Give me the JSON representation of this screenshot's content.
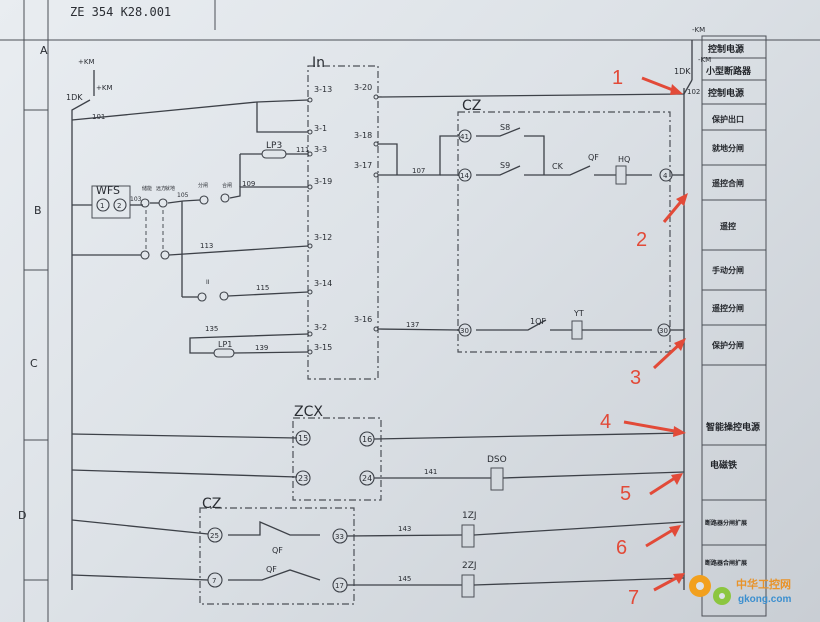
{
  "header": {
    "drawing_no": "ZE 354 K28.001"
  },
  "row_markers": [
    "A",
    "B",
    "C",
    "D"
  ],
  "right_table": [
    "控制电源",
    "小型断路器",
    "控制电源",
    "保护出口",
    "就地分闸",
    "遥控合闸",
    "遥控",
    "手动分闸",
    "遥控分闸",
    "保护分闸",
    "智能操控电源",
    "电磁铁",
    "断路器分闸扩展",
    "断路器合闸扩展"
  ],
  "blocks": {
    "in": "In",
    "cz_top": "CZ",
    "zcx": "ZCX",
    "cz_bottom": "CZ",
    "wfs": "WFS"
  },
  "top_left": {
    "switch": "1DK",
    "plus": "+KM",
    "minus": "+KM",
    "wire": "101"
  },
  "top_right": {
    "switch": "1DK",
    "plus": "-KM",
    "minus": "-KM",
    "wire": "102"
  },
  "in_terminals_left": [
    "3-13",
    "3-1",
    "3-3",
    "3-19",
    "3-12",
    "3-14",
    "3-2",
    "3-15"
  ],
  "in_terminals_right": [
    "3-20",
    "3-18",
    "3-17",
    "3-16"
  ],
  "wires": [
    "111",
    "109",
    "113",
    "115",
    "135",
    "139",
    "107",
    "137",
    "103",
    "105",
    "141",
    "143",
    "145"
  ],
  "components": {
    "lp3": "LP3",
    "lp1": "LP1",
    "s8": "S8",
    "s9": "S9",
    "ck": "CK",
    "qf": "QF",
    "hq": "HQ",
    "qf1": "1QF",
    "yt": "YT",
    "dso": "DSO",
    "zj1": "1ZJ",
    "zj2": "2ZJ"
  },
  "small_labels": {
    "l1": "储能",
    "l2": "远方",
    "l3": "就地",
    "l4": "分闸",
    "l5": "合闸",
    "ii": "II"
  },
  "cz_pins": [
    "41",
    "14",
    "4",
    "30",
    "30"
  ],
  "zcx_pins": [
    "15",
    "16",
    "23",
    "24"
  ],
  "cz2_pins": [
    "25",
    "33",
    "7",
    "17"
  ],
  "wfs_pins": [
    "1",
    "2"
  ],
  "arrows": [
    "1",
    "2",
    "3",
    "4",
    "5",
    "6",
    "7"
  ],
  "watermark": {
    "cn": "中华工控网",
    "url": "gkong.com"
  }
}
